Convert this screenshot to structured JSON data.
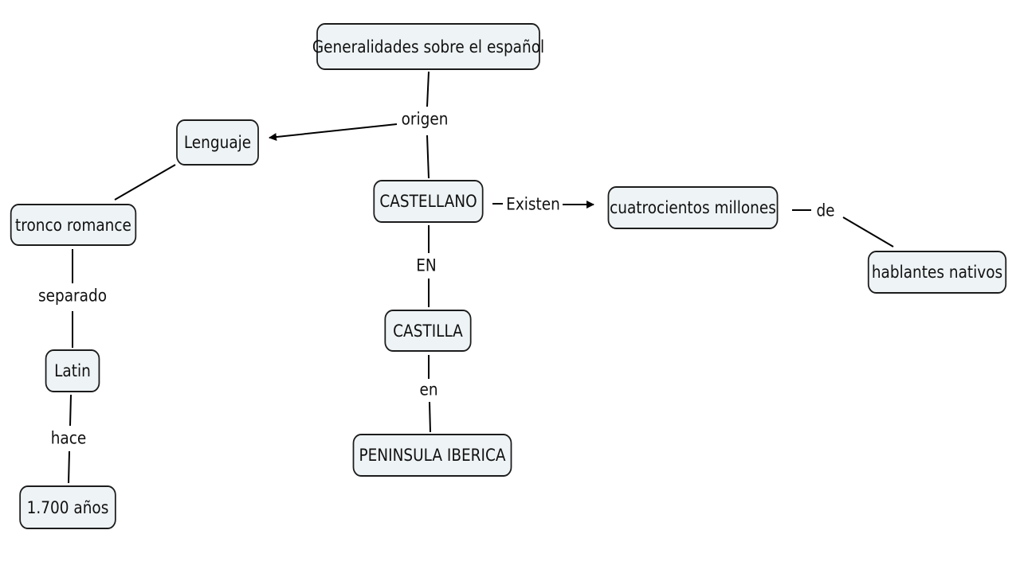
{
  "concepts": {
    "generalidades": "Generalidades sobre el español",
    "lenguaje": "Lenguaje",
    "castellano": "CASTELLANO",
    "cuatrocientos": "cuatrocientos millones",
    "tronco": "tronco romance",
    "hablantes": "hablantes nativos",
    "castilla": "CASTILLA",
    "latin": "Latin",
    "peninsula": "PENINSULA IBERICA",
    "anos": "1.700 años"
  },
  "links": {
    "origen": "origen",
    "existen": "Existen",
    "de": "de",
    "en_upper": "EN",
    "en_lower": "en",
    "separado": "separado",
    "hace": "hace"
  }
}
